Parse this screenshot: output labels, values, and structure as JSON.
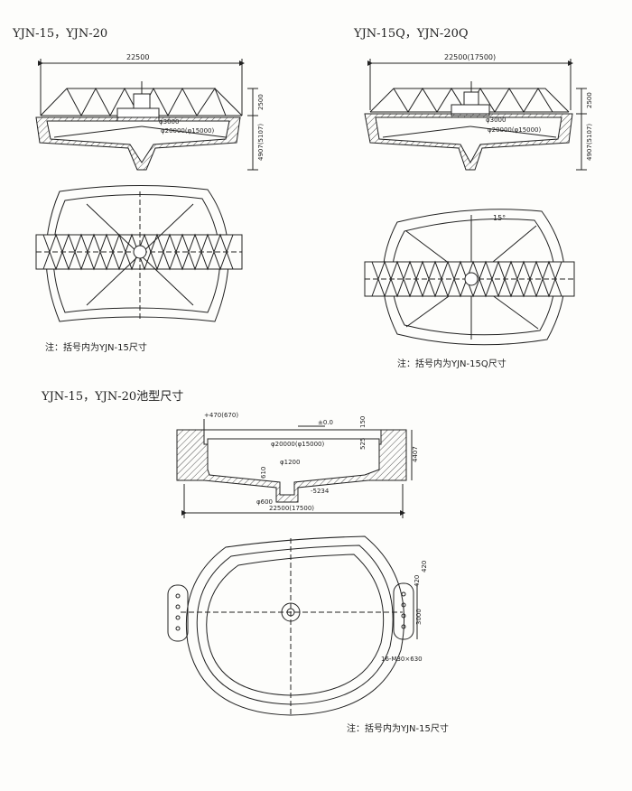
{
  "sections": {
    "top_left_title": "YJN-15，YJN-20",
    "top_right_title": "YJN-15Q，YJN-20Q",
    "pool_title": "YJN-15，YJN-20池型尺寸"
  },
  "notes": {
    "left": "注：括号内为YJN-15尺寸",
    "right": "注：括号内为YJN-15Q尺寸",
    "bottom": "注：括号内为YJN-15尺寸"
  },
  "dims_left": {
    "width": "22500",
    "height_top": "2500",
    "height_side": "4907(5107)",
    "phi_small": "φ3000",
    "phi_big": "φ20000(φ15000)"
  },
  "dims_right": {
    "width": "22500(17500)",
    "height_top": "2500",
    "height_side": "4907(5107)",
    "phi_small": "φ3000",
    "phi_big": "φ20000(φ15000)",
    "angle": "15°"
  },
  "dims_pool": {
    "top_level": "+470(670)",
    "zero_level": "±0.0",
    "d150": "150",
    "d525": "525",
    "d4407": "4407",
    "phi_big": "φ20000(φ15000)",
    "phi1200": "φ1200",
    "d610": "610",
    "depth": "-5234",
    "phi600": "φ600",
    "width": "22500(17500)",
    "d420a": "420",
    "d420b": "420",
    "d3000": "3000",
    "bolts": "16-M30×630"
  },
  "colors": {
    "ink": "#222222",
    "paper": "#fdfdfb",
    "hatch": "#555555"
  }
}
